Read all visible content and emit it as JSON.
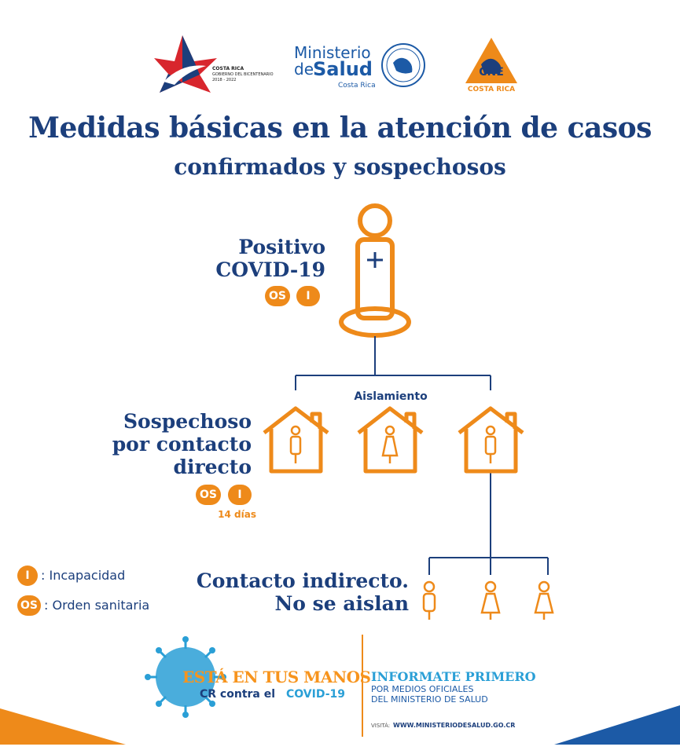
{
  "logos": {
    "gov": {
      "line1": "COSTA RICA",
      "line2": "GOBIERNO DEL BICENTENARIO",
      "line3": "2018 - 2022"
    },
    "ministerio": {
      "line1": "Ministerio",
      "line2a": "de",
      "line2b": "Salud",
      "line3": "Costa Rica"
    },
    "cne": {
      "name": "CNE",
      "sub": "COSTA RICA"
    }
  },
  "title": {
    "line1": "Medidas básicas en la atención de casos",
    "line2": "confirmados y sospechosos"
  },
  "positivo": {
    "line1": "Positivo",
    "line2": "COVID-19",
    "badge_os": "OS",
    "badge_i": "I"
  },
  "aislamiento": "Aislamiento",
  "sospechoso": {
    "line1": "Sospechoso",
    "line2": "por contacto",
    "line3": "directo",
    "badge_os": "OS",
    "badge_i": "I",
    "days": "14 días"
  },
  "legend": [
    {
      "code": "I",
      "text": ": Incapacidad"
    },
    {
      "code": "OS",
      "text": ": Orden sanitaria"
    }
  ],
  "indirecto": {
    "line1": "Contacto indirecto.",
    "line2": "No se aislan"
  },
  "footer": {
    "slogan1": "ESTÁ EN TUS MANOS",
    "slogan2a": "CR contra el",
    "slogan2b": "COVID-19",
    "info_title": "INFORMATE PRIMERO",
    "info_line1": "POR MEDIOS OFICIALES",
    "info_line2": "DEL MINISTERIO DE SALUD",
    "visit_label": "VISITÁ:",
    "visit_url": "WWW.MINISTERIODESALUD.GO.CR"
  },
  "colors": {
    "navy": "#1c3f7c",
    "orange": "#ee8a1a",
    "virus": "#2a9fd6"
  }
}
